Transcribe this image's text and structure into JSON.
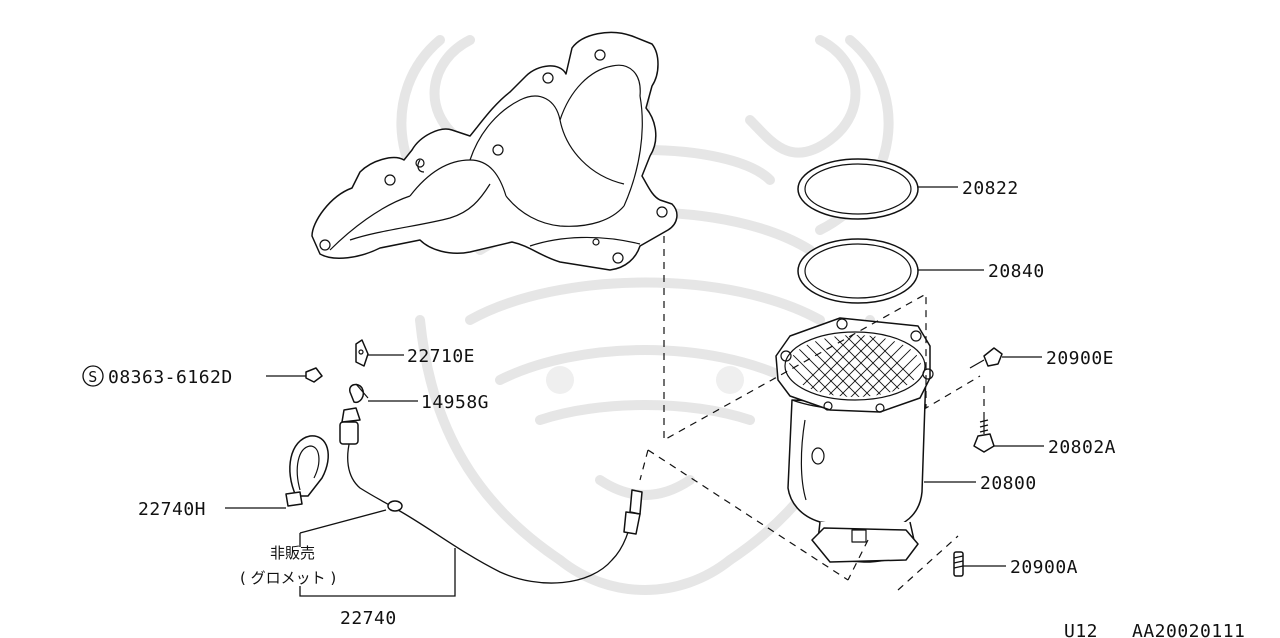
{
  "labels": {
    "p20822": "20822",
    "p20840": "20840",
    "p20900E": "20900E",
    "p20802A": "20802A",
    "p20800": "20800",
    "p20900A": "20900A",
    "p22710E": "22710E",
    "p14958G": "14958G",
    "p08363": "08363-6162D",
    "p08363_symbol": "S",
    "p22740H": "22740H",
    "p22740": "22740",
    "jp_not_sold": "非販売",
    "jp_grommet": "( グロメット )"
  },
  "footer": {
    "page_code": "U12",
    "doc_code": "AA20020111"
  }
}
